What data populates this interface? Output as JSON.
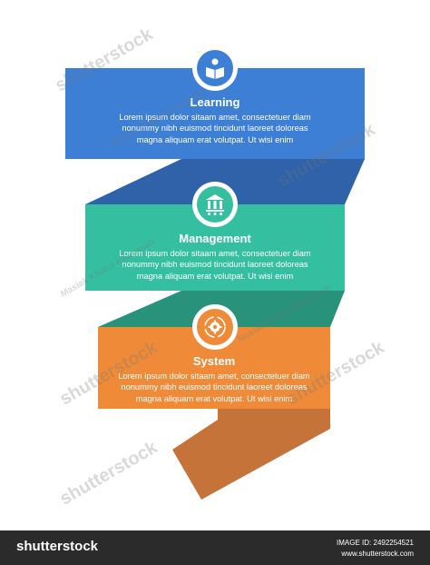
{
  "colors": {
    "blue": "#3d7fd4",
    "blue_fold": "#2f62a8",
    "teal": "#34bfa0",
    "teal_fold": "#28927b",
    "orange": "#ef8b38",
    "orange_fold": "#c6733a"
  },
  "steps": [
    {
      "title": "Learning",
      "icon": "reader-book-icon",
      "lines": [
        "Lorem ipsum dolor sitaam amet, consectetuer diam",
        "nonummy  nibh euismod tincidunt laoreet doloreas",
        "magna aliquam erat volutpat. Ut wisi enim"
      ]
    },
    {
      "title": "Management",
      "icon": "organization-building-icon",
      "lines": [
        "Lorem ipsum dolor sitaam amet, consectetuer diam",
        "nonummy  nibh euismod tincidunt laoreet doloreas",
        "magna aliquam erat volutpat. Ut wisi enim"
      ]
    },
    {
      "title": "System",
      "icon": "gear-cycle-icon",
      "lines": [
        "Lorem ipsum dolor sitaam amet, consectetuer diam",
        "nonummy  nibh euismod tincidunt laoreet doloreas",
        "magna aliquam erat volutpat. Ut wisi enim"
      ]
    }
  ],
  "watermarks": {
    "brand": "shutterstock",
    "author": "Masiak Khatul Khasanah"
  },
  "footer": {
    "logo": "shutterstock",
    "image_id": "IMAGE ID: 2492254521",
    "site": "www.shutterstock.com"
  }
}
